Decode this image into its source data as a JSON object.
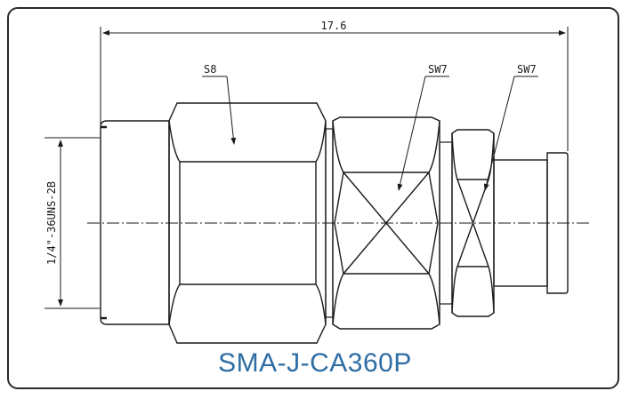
{
  "drawing": {
    "overall_length": "17.6",
    "thread_spec": "1/4\"-36UNS-2B",
    "hex_labels": [
      "S8",
      "SW7",
      "SW7"
    ],
    "part_number": "SMA-J-CA360P"
  },
  "colors": {
    "line": "#1a1a1a",
    "title": "#2e6da4",
    "frame": "#2a2a2a"
  }
}
